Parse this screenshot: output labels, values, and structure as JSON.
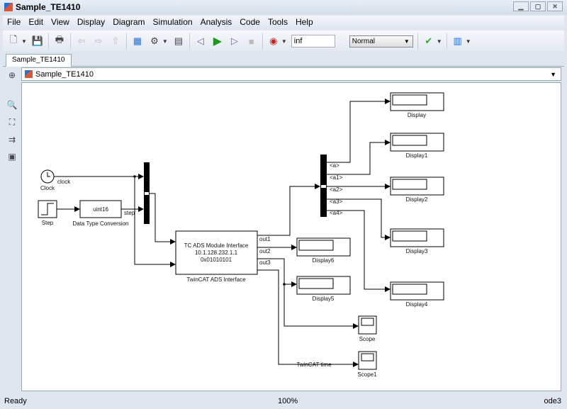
{
  "window": {
    "title": "Sample_TE1410"
  },
  "menu": [
    "File",
    "Edit",
    "View",
    "Display",
    "Diagram",
    "Simulation",
    "Analysis",
    "Code",
    "Tools",
    "Help"
  ],
  "toolbar": {
    "stop_time": "inf",
    "sim_mode": "Normal"
  },
  "tab": {
    "label": "Sample_TE1410"
  },
  "breadcrumb": {
    "label": "Sample_TE1410"
  },
  "diagram": {
    "clock": {
      "name": "Clock",
      "signal": "clock"
    },
    "step": {
      "name": "Step",
      "signal": "step"
    },
    "conversion": {
      "name": "Data Type Conversion",
      "content": "uint16"
    },
    "ads": {
      "name": "TwinCAT ADS Interface",
      "line1": "TC ADS Module Interface",
      "line2": "10.1.128.232.1.1",
      "line3": "0x01010101",
      "ports": [
        "out1",
        "out2",
        "out3"
      ]
    },
    "demux_ports": [
      "<a>",
      "<a1>",
      "<a2>",
      "<a3>",
      "<a4>"
    ],
    "displays": [
      "Display",
      "Display1",
      "Display2",
      "Display3",
      "Display4",
      "Display6",
      "Display5"
    ],
    "scopes": [
      "Scope",
      "Scope1"
    ],
    "time_signal": "TwinCAT time"
  },
  "status": {
    "left": "Ready",
    "zoom": "100%",
    "solver": "ode3"
  }
}
